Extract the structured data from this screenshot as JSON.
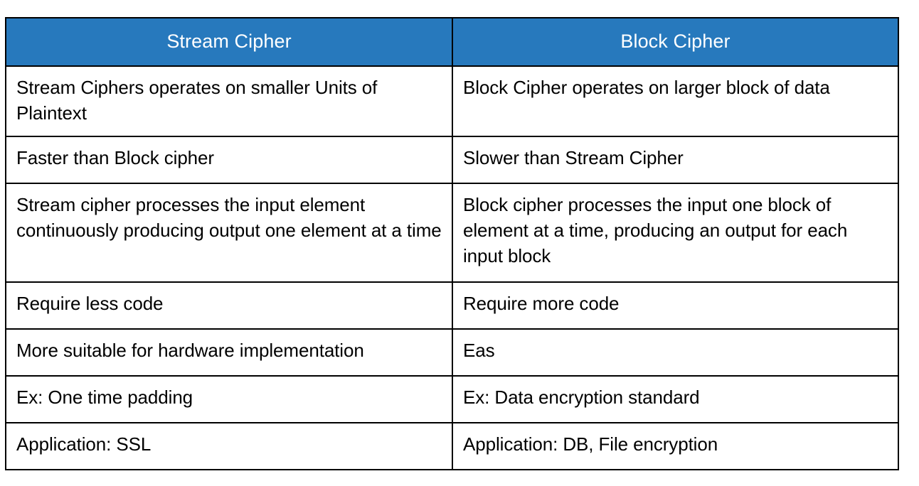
{
  "table": {
    "accent_color": "#2779bd",
    "border_color": "#000000",
    "header_text_color": "#ffffff",
    "body_text_color": "#000000",
    "columns": [
      {
        "id": "stream-cipher",
        "label": "Stream Cipher"
      },
      {
        "id": "block-cipher",
        "label": "Block Cipher"
      }
    ],
    "rows": [
      {
        "left": "Stream Ciphers operates on smaller Units of Plaintext",
        "right": "Block Cipher operates on larger block of data"
      },
      {
        "left": "Faster than Block cipher",
        "right": "Slower than Stream Cipher"
      },
      {
        "left": "Stream cipher processes the input element continuously producing output one element at a time",
        "right": "Block cipher processes the input one block of element at a time, producing an output for each input block"
      },
      {
        "left": "Require less code",
        "right": "Require more code"
      },
      {
        "left": "More suitable for hardware implementation",
        "right": "Eas"
      },
      {
        "left": "Ex: One time padding",
        "right": "Ex: Data encryption standard"
      },
      {
        "left": "Application: SSL",
        "right": "Application: DB, File encryption"
      }
    ]
  }
}
